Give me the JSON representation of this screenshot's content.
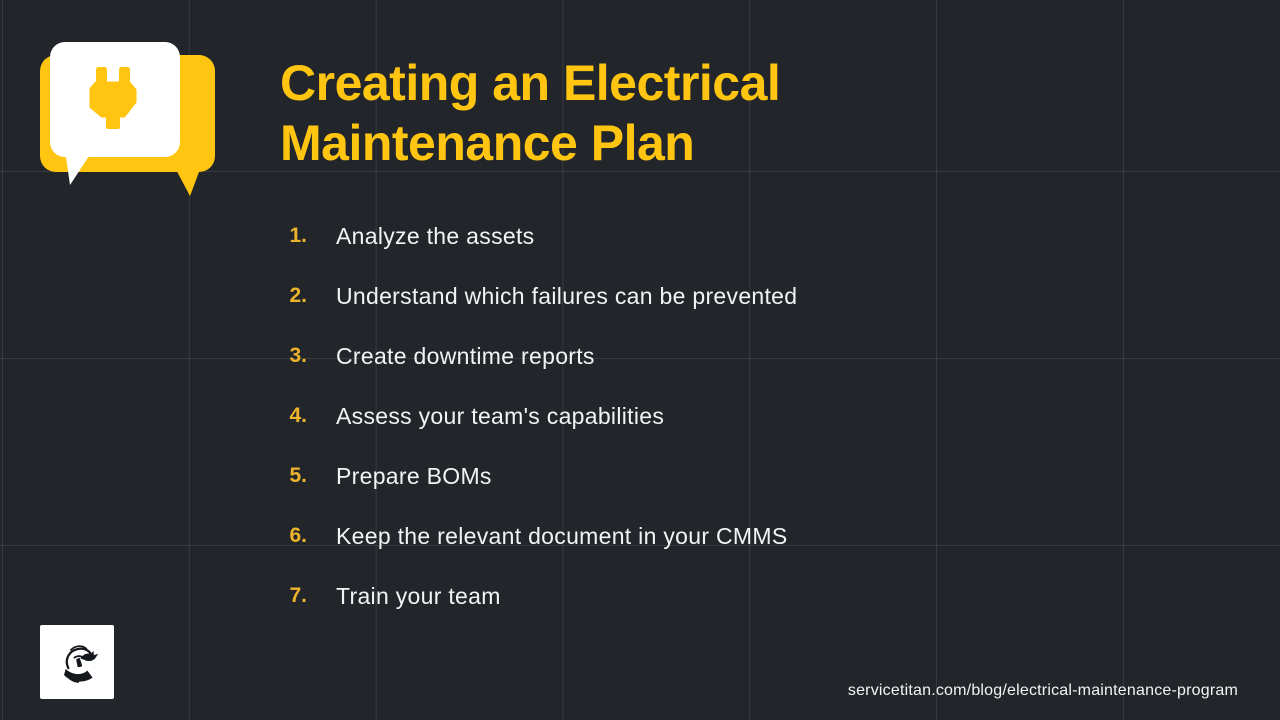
{
  "header": {
    "title_lines": [
      "Creating an Electrical",
      "Maintenance Plan"
    ],
    "badge_icon": "plug-speech-bubble-icon"
  },
  "list": {
    "items": [
      {
        "number": "1.",
        "text": "Analyze the assets"
      },
      {
        "number": "2.",
        "text": "Understand which failures can be prevented"
      },
      {
        "number": "3.",
        "text": "Create downtime reports"
      },
      {
        "number": "4.",
        "text": "Assess your team's capabilities"
      },
      {
        "number": "5.",
        "text": "Prepare BOMs"
      },
      {
        "number": "6.",
        "text": "Keep the relevant document in your CMMS"
      },
      {
        "number": "7.",
        "text": "Train your team"
      }
    ]
  },
  "footer": {
    "url": "servicetitan.com/blog/electrical-maintenance-program",
    "logo_icon": "servicetitan-mascot-logo"
  },
  "colors": {
    "background": "#22262B",
    "grid_line": "rgba(255,255,255,0.09)",
    "accent_yellow": "#FFC510",
    "number_yellow": "#ECB32B",
    "text_light": "#F2F3F4",
    "bubble_white": "#FFFFFF",
    "logo_ink": "#15181D"
  }
}
